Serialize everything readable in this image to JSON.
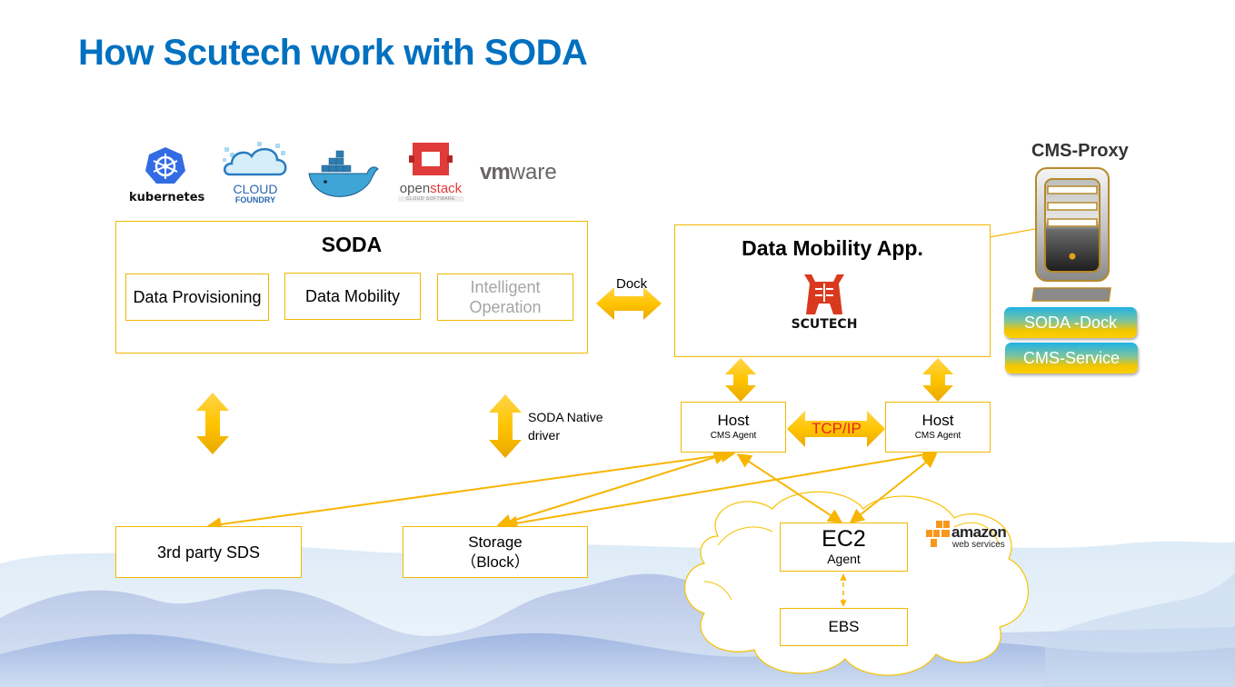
{
  "slide": {
    "title": "How Scutech work with SODA"
  },
  "platform_logos": [
    {
      "name": "kubernetes",
      "text": "kubernetes"
    },
    {
      "name": "cloud-foundry",
      "text": "CLOUD",
      "subtext": "FOUNDRY"
    },
    {
      "name": "docker",
      "text": ""
    },
    {
      "name": "openstack",
      "text_a": "open",
      "text_b": "stack",
      "subtext": "CLOUD SOFTWARE"
    },
    {
      "name": "vmware",
      "text_a": "vm",
      "text_b": "ware"
    }
  ],
  "soda_box": {
    "title": "SODA",
    "modules": [
      {
        "label": "Data Provisioning",
        "enabled": true
      },
      {
        "label": "Data Mobility",
        "enabled": true
      },
      {
        "label": "Intelligent Operation",
        "label_line1": "Intelligent",
        "label_line2": "Operation",
        "enabled": false
      }
    ]
  },
  "dock_arrow": {
    "label": "Dock"
  },
  "app_box": {
    "title": "Data Mobility App.",
    "logo_text": "SCUTECH"
  },
  "cms_proxy": {
    "title": "CMS-Proxy",
    "services": [
      "SODA -Dock",
      "CMS-Service"
    ]
  },
  "hosts": [
    {
      "title": "Host",
      "subtitle": "CMS Agent"
    },
    {
      "title": "Host",
      "subtitle": "CMS Agent"
    }
  ],
  "tcp_arrow": {
    "label": "TCP/IP"
  },
  "native_driver": {
    "line1": "SODA Native",
    "line2": "driver"
  },
  "storage": [
    {
      "label": "3rd party SDS"
    },
    {
      "line1": "Storage",
      "line2": "（Block）"
    }
  ],
  "cloud": {
    "ec2": {
      "title": "EC2",
      "subtitle": "Agent"
    },
    "ebs": {
      "title": "EBS"
    },
    "provider": {
      "line1": "amazon",
      "line2": "web services"
    }
  },
  "colors": {
    "title_blue": "#0070C0",
    "accent_yellow": "#F2B800",
    "tcp_red": "#E8251E",
    "muted_gray": "#A6A6A6"
  }
}
